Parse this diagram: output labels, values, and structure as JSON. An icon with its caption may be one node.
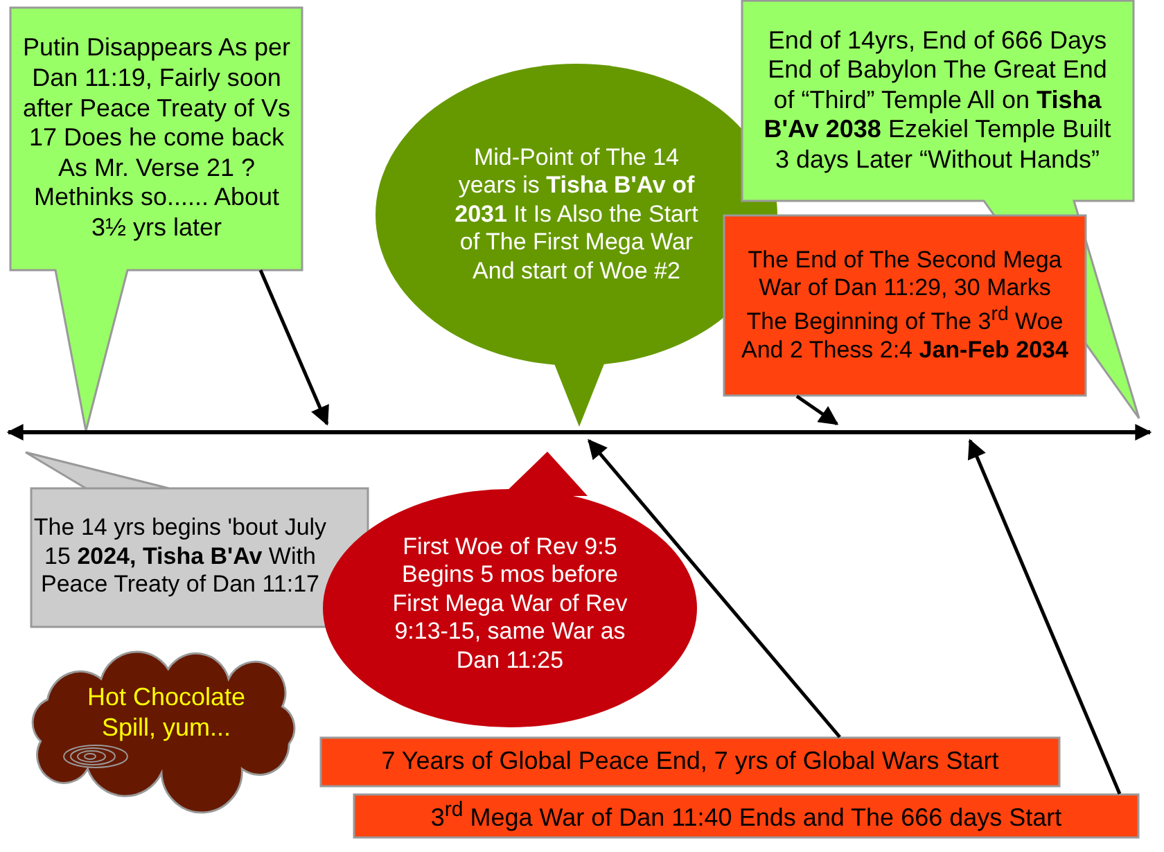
{
  "diagram": {
    "nodes": [
      {
        "text": [
          "Putin Disappears As per Dan 11:19, Fairly soon after Peace Treaty of Vs 17 Does he come back As Mr. Verse 21 ? Methinks so...... About 3½ yrs later"
        ]
      },
      {
        "text": [
          "Mid-Point of The 14 years is **Tisha B'Av of 2031** It Is Also the Start of The First Mega War And start of Woe #2"
        ]
      },
      {
        "text": [
          "End of 14yrs, End of 666 Days End of Babylon The Great End of “Third” Temple All on **Tisha B'Av 2038** Ezekiel Temple Built 3 days Later “Without Hands”"
        ]
      },
      {
        "text": [
          "The End of The Second Mega War of Dan 11:29, 30 Marks The Beginning of The 3$^{rd}$ Woe And 2 Thess 2:4 **Jan-Feb 2034**"
        ]
      },
      {
        "text": [],
        "shape": "line"
      },
      {
        "text": [
          "The 14 yrs begins 'bout July 15 **2024, Tisha B'Av** With Peace Treaty of Dan 11:17"
        ]
      },
      {
        "text": [
          "First Woe of Rev 9:5 Begins 5 mos before First Mega War of Rev 9:13-15, same War as Dan 11:25"
        ]
      },
      {
        "text": [
          "Hot Chocolate Spill, yum..."
        ]
      },
      {
        "text": [
          "7 Years of Global Peace End, 7 yrs of Global Wars Start"
        ]
      },
      {
        "text": [
          "3$^{rd}$ Mega War of Dan 11:40 Ends and The 666 days Start"
        ]
      }
    ],
    "edges": [
      {
        "from": 0,
        "to": 4,
        "arrow": "to"
      },
      {
        "from": 3,
        "to": 4,
        "arrow": "to"
      },
      {
        "from": 8,
        "to": 4,
        "arrow": "to"
      },
      {
        "from": 9,
        "to": 4,
        "arrow": "to"
      }
    ]
  }
}
